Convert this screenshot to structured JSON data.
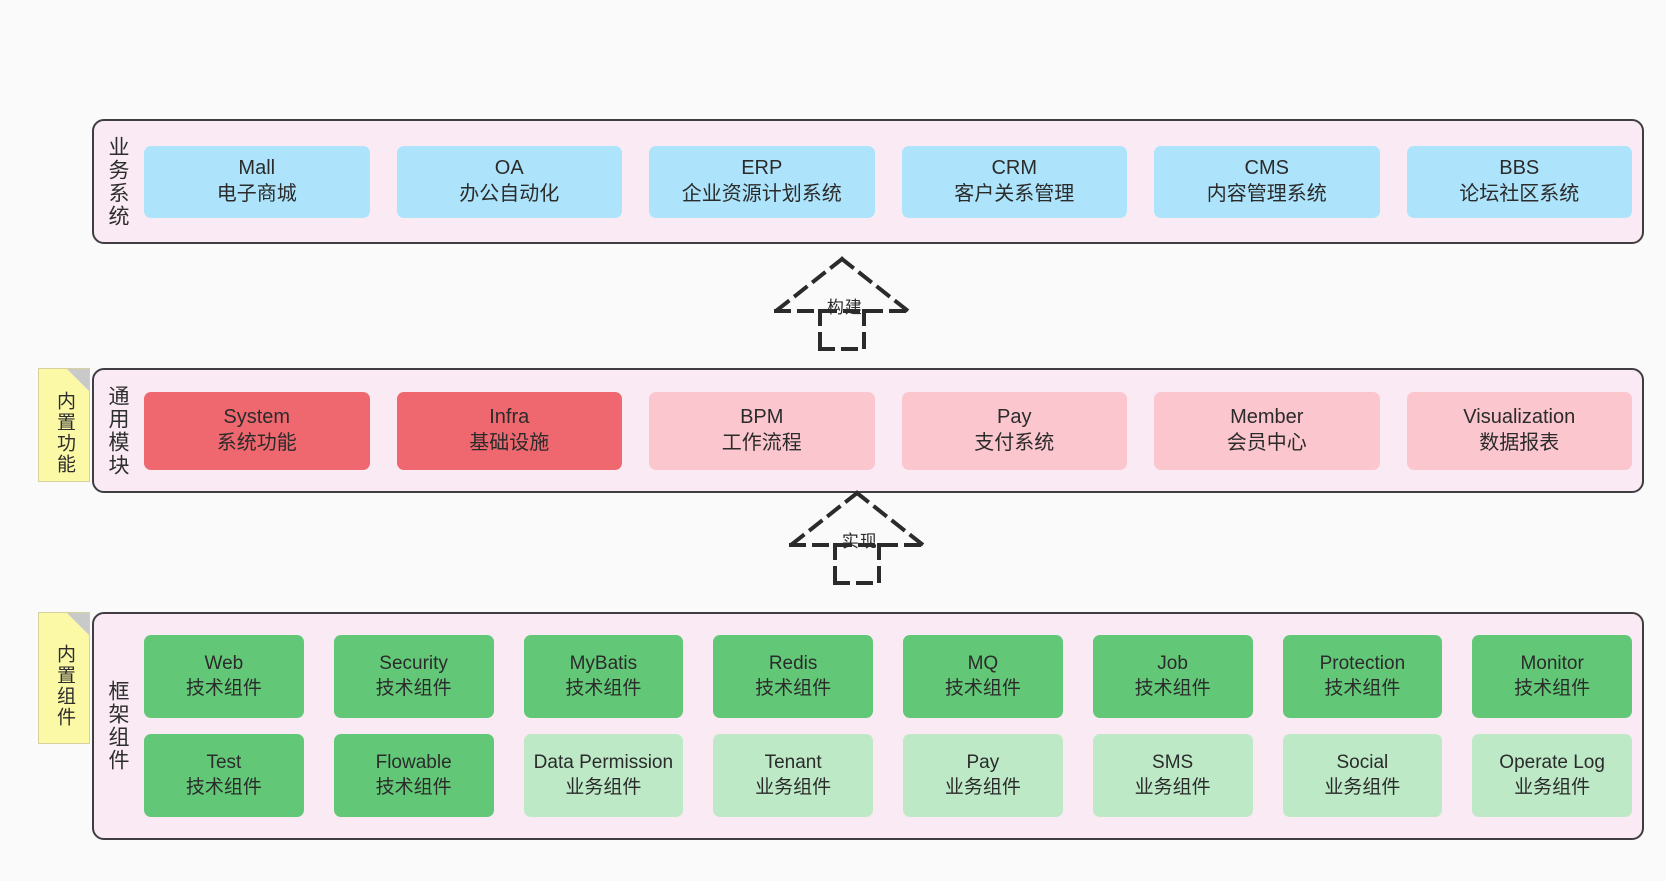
{
  "canvas": {
    "background": "#fafafa",
    "layer_fill": "#f9eaf4",
    "layer_border": "#3f3c42",
    "note_fill": "#fbf8a6"
  },
  "layers": [
    {
      "id": "business",
      "title": "业务系统",
      "accent": "#ade4fb",
      "rows": [
        {
          "cells": [
            {
              "en": "Mall",
              "cn": "电子商城",
              "color": "#ade4fb"
            },
            {
              "en": "OA",
              "cn": "办公自动化",
              "color": "#ade4fb"
            },
            {
              "en": "ERP",
              "cn": "企业资源计划系统",
              "color": "#ade4fb"
            },
            {
              "en": "CRM",
              "cn": "客户关系管理",
              "color": "#ade4fb"
            },
            {
              "en": "CMS",
              "cn": "内容管理系统",
              "color": "#ade4fb"
            },
            {
              "en": "BBS",
              "cn": "论坛社区系统",
              "color": "#ade4fb"
            }
          ]
        }
      ]
    },
    {
      "id": "modules",
      "title": "通用模块",
      "accent": "#f0686f",
      "note": "内置功能",
      "rows": [
        {
          "cells": [
            {
              "en": "System",
              "cn": "系统功能",
              "color": "#f0686f"
            },
            {
              "en": "Infra",
              "cn": "基础设施",
              "color": "#f0686f"
            },
            {
              "en": "BPM",
              "cn": "工作流程",
              "color": "#fbc6ce"
            },
            {
              "en": "Pay",
              "cn": "支付系统",
              "color": "#fbc6ce"
            },
            {
              "en": "Member",
              "cn": "会员中心",
              "color": "#fbc6ce"
            },
            {
              "en": "Visualization",
              "cn": "数据报表",
              "color": "#fbc6ce"
            }
          ]
        }
      ]
    },
    {
      "id": "framework",
      "title": "框架组件",
      "accent": "#62c877",
      "note": "内置组件",
      "rows": [
        {
          "cells": [
            {
              "en": "Web",
              "cn": "技术组件",
              "color": "#62c877"
            },
            {
              "en": "Security",
              "cn": "技术组件",
              "color": "#62c877"
            },
            {
              "en": "MyBatis",
              "cn": "技术组件",
              "color": "#62c877"
            },
            {
              "en": "Redis",
              "cn": "技术组件",
              "color": "#62c877"
            },
            {
              "en": "MQ",
              "cn": "技术组件",
              "color": "#62c877"
            },
            {
              "en": "Job",
              "cn": "技术组件",
              "color": "#62c877"
            },
            {
              "en": "Protection",
              "cn": "技术组件",
              "color": "#62c877"
            },
            {
              "en": "Monitor",
              "cn": "技术组件",
              "color": "#62c877"
            }
          ]
        },
        {
          "cells": [
            {
              "en": "Test",
              "cn": "技术组件",
              "color": "#62c877"
            },
            {
              "en": "Flowable",
              "cn": "技术组件",
              "color": "#62c877"
            },
            {
              "en": "Data Permission",
              "cn": "业务组件",
              "color": "#bde9c6"
            },
            {
              "en": "Tenant",
              "cn": "业务组件",
              "color": "#bde9c6"
            },
            {
              "en": "Pay",
              "cn": "业务组件",
              "color": "#bde9c6"
            },
            {
              "en": "SMS",
              "cn": "业务组件",
              "color": "#bde9c6"
            },
            {
              "en": "Social",
              "cn": "业务组件",
              "color": "#bde9c6"
            },
            {
              "en": "Operate Log",
              "cn": "业务组件",
              "color": "#bde9c6"
            }
          ]
        }
      ]
    }
  ],
  "connectors": [
    {
      "id": "build",
      "label": "构建",
      "style": "dashed-generalization",
      "from": "modules",
      "to": "business"
    },
    {
      "id": "impl",
      "label": "实现",
      "style": "dashed-generalization",
      "from": "framework",
      "to": "modules"
    }
  ]
}
